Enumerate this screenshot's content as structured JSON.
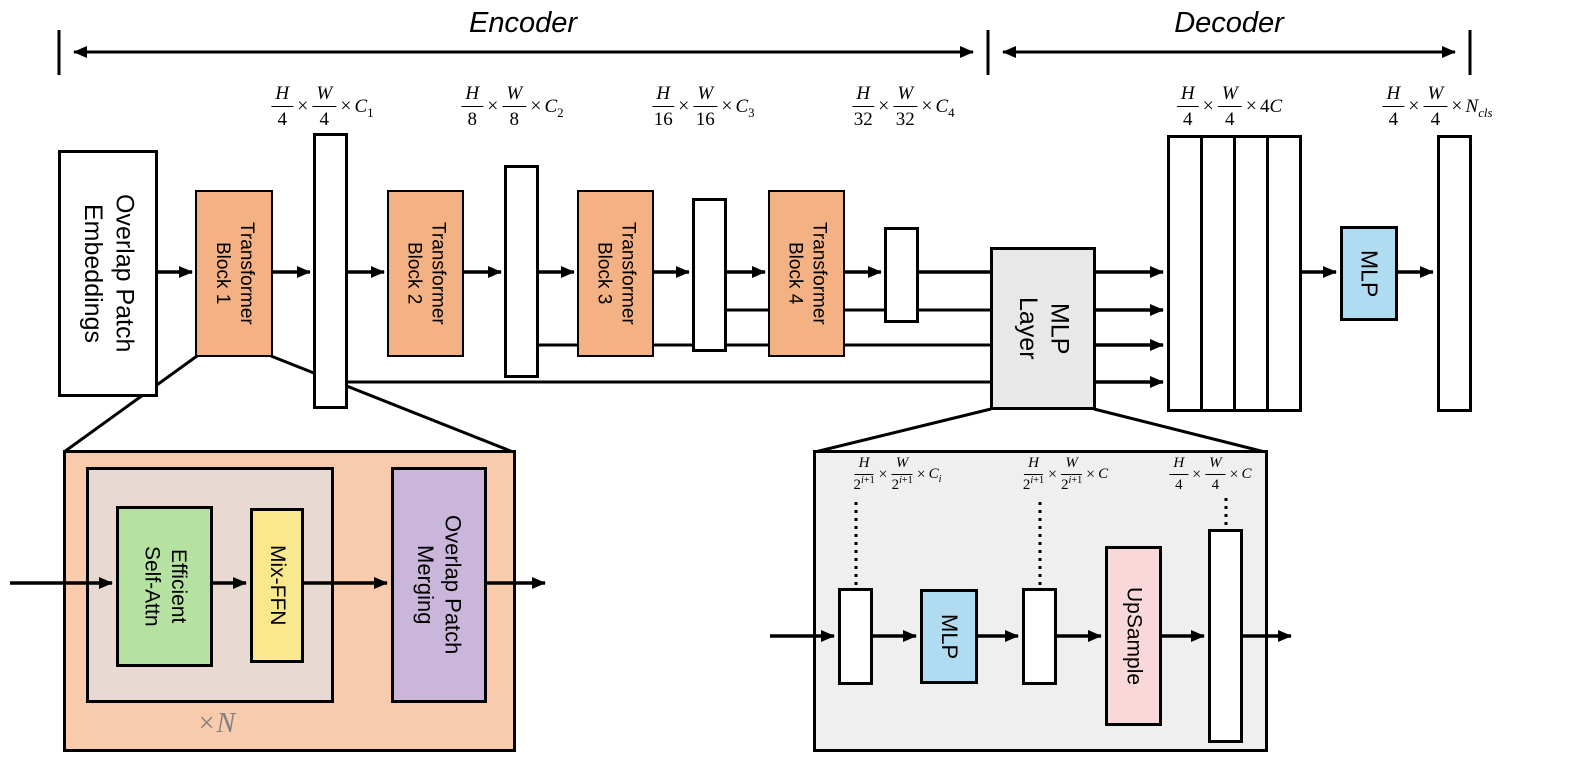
{
  "spans": {
    "encoder": "Encoder",
    "decoder": "Decoder"
  },
  "dim_labels": {
    "stage1": [
      {
        "frac": [
          "H",
          "4"
        ]
      },
      {
        "op": "×"
      },
      {
        "frac": [
          "W",
          "4"
        ]
      },
      {
        "op": "×"
      },
      {
        "txt": "C",
        "sub": "1"
      }
    ],
    "stage2": [
      {
        "frac": [
          "H",
          "8"
        ]
      },
      {
        "op": "×"
      },
      {
        "frac": [
          "W",
          "8"
        ]
      },
      {
        "op": "×"
      },
      {
        "txt": "C",
        "sub": "2"
      }
    ],
    "stage3": [
      {
        "frac": [
          "H",
          "16"
        ]
      },
      {
        "op": "×"
      },
      {
        "frac": [
          "W",
          "16"
        ]
      },
      {
        "op": "×"
      },
      {
        "txt": "C",
        "sub": "3"
      }
    ],
    "stage4": [
      {
        "frac": [
          "H",
          "32"
        ]
      },
      {
        "op": "×"
      },
      {
        "frac": [
          "W",
          "32"
        ]
      },
      {
        "op": "×"
      },
      {
        "txt": "C",
        "sub": "4"
      }
    ],
    "fused": [
      {
        "frac": [
          "H",
          "4"
        ]
      },
      {
        "op": "×"
      },
      {
        "frac": [
          "W",
          "4"
        ]
      },
      {
        "op": "×"
      },
      {
        "txt": "4C"
      }
    ],
    "output": [
      {
        "frac": [
          "H",
          "4"
        ]
      },
      {
        "op": "×"
      },
      {
        "frac": [
          "W",
          "4"
        ]
      },
      {
        "op": "×"
      },
      {
        "txt": "N",
        "sub": "cls"
      }
    ]
  },
  "encoder": {
    "overlap_patch_embeddings": "Overlap Patch\nEmbeddings",
    "transformer_blocks": [
      "Transformer\nBlock 1",
      "Transformer\nBlock 2",
      "Transformer\nBlock 3",
      "Transformer\nBlock 4"
    ]
  },
  "decoder": {
    "mlp_layer": "MLP\nLayer",
    "mlp": "MLP"
  },
  "transformer_block_detail": {
    "efficient_self_attn": "Efficient\nSelf-Attn",
    "mix_ffn": "Mix-FFN",
    "overlap_patch_merging": "Overlap Patch\nMerging",
    "repeat": [
      {
        "op": "×"
      },
      {
        "txt": "N"
      }
    ]
  },
  "mlp_layer_detail": {
    "mlp": "MLP",
    "upsample": "UpSample",
    "dims": {
      "input": [
        {
          "frac": [
            "H",
            {
              "base": "2",
              "sup": "i+1"
            }
          ]
        },
        {
          "op": "×"
        },
        {
          "frac": [
            "W",
            {
              "base": "2",
              "sup": "i+1"
            }
          ]
        },
        {
          "op": "×"
        },
        {
          "txt": "C",
          "sub": "i"
        }
      ],
      "after_mlp": [
        {
          "frac": [
            "H",
            {
              "base": "2",
              "sup": "i+1"
            }
          ]
        },
        {
          "op": "×"
        },
        {
          "frac": [
            "W",
            {
              "base": "2",
              "sup": "i+1"
            }
          ]
        },
        {
          "op": "×"
        },
        {
          "txt": "C"
        }
      ],
      "after_upsample": [
        {
          "frac": [
            "H",
            "4"
          ]
        },
        {
          "op": "×"
        },
        {
          "frac": [
            "W",
            "4"
          ]
        },
        {
          "op": "×"
        },
        {
          "txt": "C"
        }
      ]
    }
  },
  "colors": {
    "block_orange": "#F4B183",
    "detail_peach": "#F8CBAD",
    "inner_tan": "#E8DAD2",
    "attn_green": "#B5E2A0",
    "ffn_yellow": "#FAE88F",
    "merge_purple": "#CBB6DB",
    "mlp_blue": "#AFDCF0",
    "upsample_pink": "#F9D8DA",
    "layer_gray": "#E8E8E8",
    "detail_gray": "#EFEFEF",
    "repeat_gray": "#7F7F7F",
    "line_black": "#000000"
  }
}
